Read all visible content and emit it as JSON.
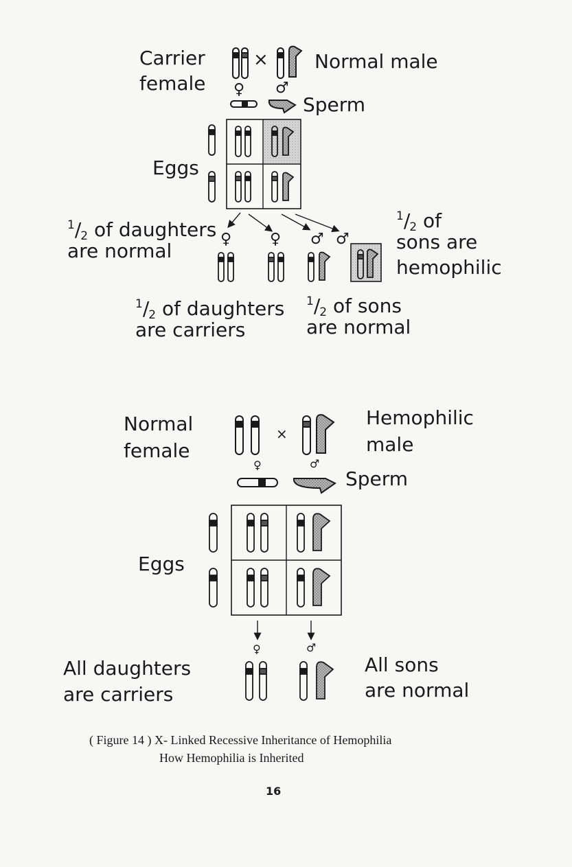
{
  "figure1": {
    "mother_label": [
      "Carrier",
      "female"
    ],
    "father_label": "Normal male",
    "cross_symbol": "×",
    "female_symbol": "♀",
    "male_symbol": "♂",
    "sperm_label": "Sperm",
    "eggs_label": "Eggs",
    "outcomes": {
      "daughters_normal": {
        "fraction_num": "1",
        "fraction_den": "2",
        "line1_rest": " of daughters",
        "line2": "are normal"
      },
      "daughters_carriers": {
        "fraction_num": "1",
        "fraction_den": "2",
        "line1_rest": " of daughters",
        "line2": "are carriers"
      },
      "sons_normal": {
        "fraction_num": "1",
        "fraction_den": "2",
        "line1_rest": " of sons",
        "line2": "are normal"
      },
      "sons_hemophilic": {
        "fraction_num": "1",
        "fraction_den": "2",
        "line1_rest": " of",
        "line2": "sons are",
        "line3": "hemophilic"
      }
    }
  },
  "figure2": {
    "mother_label": [
      "Normal",
      "female"
    ],
    "father_label": [
      "Hemophilic",
      "male"
    ],
    "cross_symbol": "×",
    "female_symbol": "♀",
    "male_symbol": "♂",
    "sperm_label": "Sperm",
    "eggs_label": "Eggs",
    "daughters_label": [
      "All daughters",
      "are carriers"
    ],
    "sons_label": [
      "All sons",
      "are normal"
    ]
  },
  "caption": {
    "line1": "( Figure 14 ) X- Linked Recessive Inheritance of Hemophilia",
    "line2": "How Hemophilia is Inherited"
  },
  "page_number": "16",
  "colors": {
    "ink": "#1a1a1a",
    "stipple": "#9a9a9a",
    "cell_shade": "#cfcfcf",
    "paper": "#f7f7f5"
  }
}
